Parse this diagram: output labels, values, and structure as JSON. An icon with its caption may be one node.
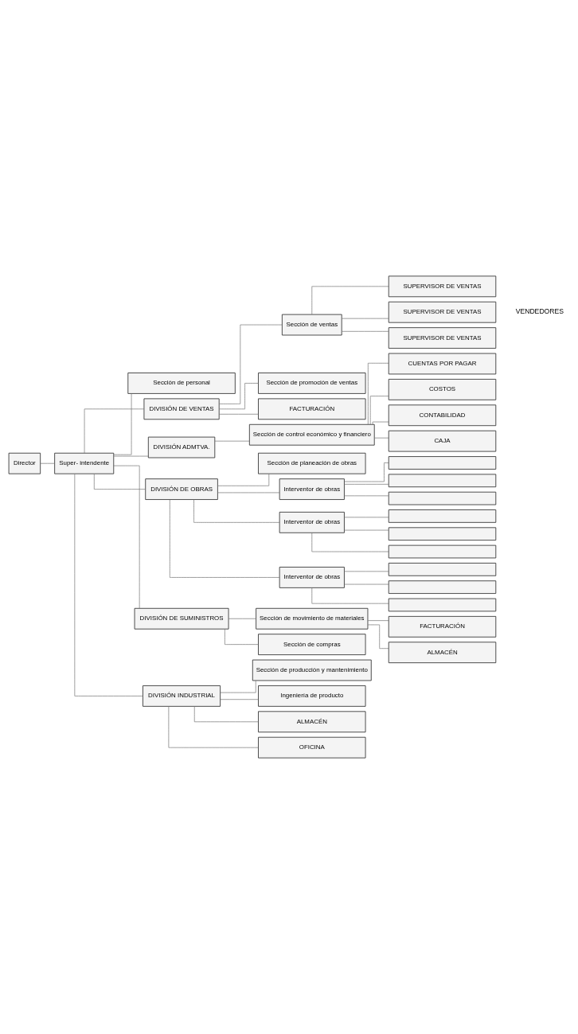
{
  "diagram": {
    "nodes": [
      {
        "text": [
          "Director"
        ]
      },
      {
        "text": [
          "Super- intendente"
        ]
      },
      {
        "text": [
          "Sección de personal"
        ]
      },
      {
        "text": [
          "DIVISIÓN DE VENTAS"
        ]
      },
      {
        "text": [
          "DIVISIÓN ADMTVA."
        ]
      },
      {
        "text": [
          "DIVISIÓN DE OBRAS"
        ]
      },
      {
        "text": [
          "DIVISIÓN DE SUMINISTROS"
        ]
      },
      {
        "text": [
          "DIVISIÓN INDUSTRIAL"
        ]
      },
      {
        "text": [
          "Sección de ventas"
        ]
      },
      {
        "text": [
          "Sección de promoción de ventas"
        ]
      },
      {
        "text": [
          "FACTURACIÓN"
        ]
      },
      {
        "text": [
          "SUPERVISOR DE VENTAS"
        ]
      },
      {
        "text": [
          "SUPERVISOR DE VENTAS"
        ]
      },
      {
        "text": [
          "SUPERVISOR DE VENTAS"
        ]
      },
      {
        "text": [
          "Sección de control económico y financiero"
        ]
      },
      {
        "text": [
          "CUENTAS POR PAGAR"
        ]
      },
      {
        "text": [
          "COSTOS"
        ]
      },
      {
        "text": [
          "CONTABILIDAD"
        ]
      },
      {
        "text": [
          "CAJA"
        ]
      },
      {
        "text": [
          "Sección de planeación de obras"
        ]
      },
      {
        "text": [
          "Interventor de obras"
        ]
      },
      {
        "text": [
          "Interventor de obras"
        ]
      },
      {
        "text": [
          "Interventor de obras"
        ]
      },
      {
        "text": [],
        "shape": "box"
      },
      {
        "text": [],
        "shape": "box"
      },
      {
        "text": [],
        "shape": "box"
      },
      {
        "text": [],
        "shape": "box"
      },
      {
        "text": [],
        "shape": "box"
      },
      {
        "text": [],
        "shape": "box"
      },
      {
        "text": [],
        "shape": "box"
      },
      {
        "text": [],
        "shape": "box"
      },
      {
        "text": [],
        "shape": "box"
      },
      {
        "text": [
          "Sección de movimiento de materiales"
        ]
      },
      {
        "text": [
          "Sección de compras"
        ]
      },
      {
        "text": [
          "FACTURACIÓN"
        ]
      },
      {
        "text": [
          "ALMACÉN"
        ]
      },
      {
        "text": [
          "Sección de producción y mantenimiento"
        ]
      },
      {
        "text": [
          "Ingeniería de producto"
        ]
      },
      {
        "text": [
          "ALMACÉN"
        ]
      },
      {
        "text": [
          "OFICINA"
        ]
      }
    ],
    "edges": [
      {
        "from": 0,
        "to": 1,
        "arrow": "none"
      },
      {
        "from": 1,
        "to": 2,
        "arrow": "none"
      },
      {
        "from": 1,
        "to": 3,
        "arrow": "none"
      },
      {
        "from": 1,
        "to": 4,
        "arrow": "none"
      },
      {
        "from": 1,
        "to": 5,
        "arrow": "none"
      },
      {
        "from": 1,
        "to": 6,
        "arrow": "none"
      },
      {
        "from": 1,
        "to": 7,
        "arrow": "none"
      },
      {
        "from": 3,
        "to": 10,
        "arrow": "none"
      },
      {
        "from": 3,
        "to": 8,
        "arrow": "none"
      },
      {
        "from": 3,
        "to": 9,
        "arrow": "none"
      },
      {
        "from": 8,
        "to": 11,
        "arrow": "none"
      },
      {
        "from": 8,
        "to": 12,
        "arrow": "none"
      },
      {
        "from": 8,
        "to": 13,
        "arrow": "none"
      },
      {
        "from": 4,
        "to": 14,
        "arrow": "none"
      },
      {
        "from": 14,
        "to": 15,
        "arrow": "none"
      },
      {
        "from": 14,
        "to": 16,
        "arrow": "none"
      },
      {
        "from": 14,
        "to": 17,
        "arrow": "none"
      },
      {
        "from": 14,
        "to": 18,
        "arrow": "none"
      },
      {
        "from": 5,
        "to": 19,
        "arrow": "none"
      },
      {
        "from": 5,
        "to": 20,
        "arrow": "none"
      },
      {
        "from": 5,
        "to": 21,
        "arrow": "none"
      },
      {
        "from": 5,
        "to": 22,
        "arrow": "none"
      },
      {
        "from": 20,
        "to": 23,
        "arrow": "none"
      },
      {
        "from": 20,
        "to": 24,
        "arrow": "none"
      },
      {
        "from": 20,
        "to": 25,
        "arrow": "none"
      },
      {
        "from": 21,
        "to": 26,
        "arrow": "none"
      },
      {
        "from": 21,
        "to": 27,
        "arrow": "none"
      },
      {
        "from": 21,
        "to": 28,
        "arrow": "none"
      },
      {
        "from": 22,
        "to": 29,
        "arrow": "none"
      },
      {
        "from": 22,
        "to": 30,
        "arrow": "none"
      },
      {
        "from": 22,
        "to": 31,
        "arrow": "none"
      },
      {
        "from": 6,
        "to": 32,
        "arrow": "none"
      },
      {
        "from": 6,
        "to": 33,
        "arrow": "none"
      },
      {
        "from": 32,
        "to": 34,
        "arrow": "none"
      },
      {
        "from": 32,
        "to": 35,
        "arrow": "none"
      },
      {
        "from": 7,
        "to": 36,
        "arrow": "none"
      },
      {
        "from": 7,
        "to": 37,
        "arrow": "none"
      },
      {
        "from": 7,
        "to": 38,
        "arrow": "none"
      },
      {
        "from": 7,
        "to": 39,
        "arrow": "none"
      }
    ],
    "labels": [
      "VENDEDORES"
    ]
  }
}
